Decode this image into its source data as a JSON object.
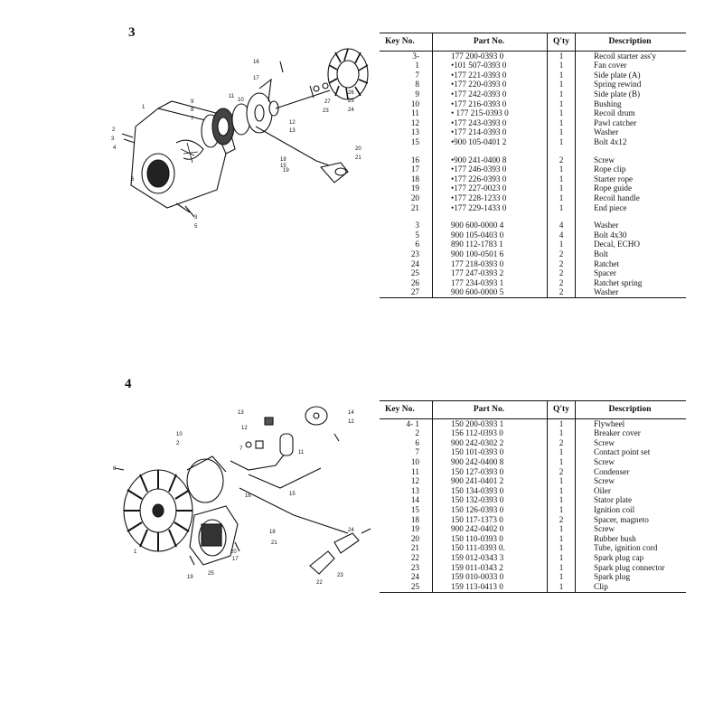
{
  "section3": {
    "fig_no": "3",
    "headers": {
      "key": "Key No.",
      "part": "Part No.",
      "qty": "Q'ty",
      "desc": "Description"
    },
    "rows": [
      {
        "key": "3-",
        "part": "177 200-0393 0",
        "qty": "1",
        "desc": "Recoil starter ass'y"
      },
      {
        "key": "1",
        "part": "•101 507-0393 0",
        "qty": "1",
        "desc": "Fan cover"
      },
      {
        "key": "7",
        "part": "•177 221-0393 0",
        "qty": "1",
        "desc": "Side plate (A)"
      },
      {
        "key": "8",
        "part": "•177 220-0393 0",
        "qty": "1",
        "desc": "Spring rewind"
      },
      {
        "key": "9",
        "part": "•177 242-0393 0",
        "qty": "1",
        "desc": "Side plate (B)"
      },
      {
        "key": "10",
        "part": "•177 216-0393 0",
        "qty": "1",
        "desc": "Bushing"
      },
      {
        "key": "11",
        "part": "• 177 215-0393 0",
        "qty": "1",
        "desc": "Recoil drum"
      },
      {
        "key": "12",
        "part": "•177 243-0393 0",
        "qty": "1",
        "desc": "Pawl catcher"
      },
      {
        "key": "13",
        "part": "•177 214-0393 0",
        "qty": "1",
        "desc": "Washer"
      },
      {
        "key": "15",
        "part": "•900 105-0401 2",
        "qty": "1",
        "desc": "Bolt 4x12"
      },
      {
        "gap": true
      },
      {
        "key": "16",
        "part": "•900 241-0400 8",
        "qty": "2",
        "desc": "Screw"
      },
      {
        "key": "17",
        "part": "•177 246-0393 0",
        "qty": "1",
        "desc": "Rope clip"
      },
      {
        "key": "18",
        "part": "•177 226-0393 0",
        "qty": "1",
        "desc": "Starter rope"
      },
      {
        "key": "19",
        "part": "•177 227-0023 0",
        "qty": "1",
        "desc": "Rope guide"
      },
      {
        "key": "20",
        "part": "•177 228-1233 0",
        "qty": "1",
        "desc": "Recoil handle"
      },
      {
        "key": "21",
        "part": "•177 229-1433 0",
        "qty": "1",
        "desc": "End piece"
      },
      {
        "gap": true
      },
      {
        "key": "3",
        "part": "900 600-0000 4",
        "qty": "4",
        "desc": "Washer"
      },
      {
        "key": "5",
        "part": "900 105-0403 0",
        "qty": "4",
        "desc": "Bolt 4x30"
      },
      {
        "key": "6",
        "part": "890 112-1783 1",
        "qty": "1",
        "desc": "Decal, ECHO"
      },
      {
        "key": "23",
        "part": "900 100-0501 6",
        "qty": "2",
        "desc": "Bolt"
      },
      {
        "key": "24",
        "part": "177 218-0393 0",
        "qty": "2",
        "desc": "Ratchet"
      },
      {
        "key": "25",
        "part": "177 247-0393 2",
        "qty": "2",
        "desc": "Spacer"
      },
      {
        "key": "26",
        "part": "177 234-0393 1",
        "qty": "2",
        "desc": "Ratchet spring"
      },
      {
        "key": "27",
        "part": "900 600-0000 5",
        "qty": "2",
        "desc": "Washer"
      }
    ]
  },
  "section4": {
    "fig_no": "4",
    "headers": {
      "key": "Key No.",
      "part": "Part No.",
      "qty": "Q'ty",
      "desc": "Description"
    },
    "rows": [
      {
        "key": "4- 1",
        "part": "150 200-0393 1",
        "qty": "1",
        "desc": "Flywheel"
      },
      {
        "key": "2",
        "part": "156 112-0393 0",
        "qty": "1",
        "desc": "Breaker cover"
      },
      {
        "key": "6",
        "part": "900 242-0302 2",
        "qty": "2",
        "desc": "Screw"
      },
      {
        "key": "7",
        "part": "150 101-0393 0",
        "qty": "1",
        "desc": "Contact point set"
      },
      {
        "key": "10",
        "part": "900 242-0400 8",
        "qty": "1",
        "desc": "Screw"
      },
      {
        "key": "11",
        "part": "150 127-0393 0",
        "qty": "2",
        "desc": "Condenser"
      },
      {
        "key": "12",
        "part": "900 241-0401 2",
        "qty": "1",
        "desc": "Screw"
      },
      {
        "key": "13",
        "part": "150 134-0393 0",
        "qty": "1",
        "desc": "Oiler"
      },
      {
        "key": "14",
        "part": "150 132-0393 0",
        "qty": "1",
        "desc": "Stator plate"
      },
      {
        "key": "15",
        "part": "150 126-0393 0",
        "qty": "1",
        "desc": "Ignition coil"
      },
      {
        "key": "18",
        "part": "150 117-1373 0",
        "qty": "2",
        "desc": "Spacer, magneto"
      },
      {
        "key": "19",
        "part": "900 242-0402 0",
        "qty": "1",
        "desc": "Screw"
      },
      {
        "key": "20",
        "part": "150 110-0393 0",
        "qty": "1",
        "desc": "Rubber bush"
      },
      {
        "key": "21",
        "part": "150 111-0393 0.",
        "qty": "1",
        "desc": "Tube, ignition cord"
      },
      {
        "key": "22",
        "part": "159 012-0343 3",
        "qty": "1",
        "desc": "Spark plug cap"
      },
      {
        "key": "23",
        "part": "159 011-0343 2",
        "qty": "1",
        "desc": "Spark plug connector"
      },
      {
        "key": "24",
        "part": "159 010-0033 0",
        "qty": "1",
        "desc": "Spark plug"
      },
      {
        "key": "25",
        "part": "159  113-0413  0",
        "qty": "1",
        "desc": "Clip"
      }
    ]
  },
  "diagram3_callouts": [
    "1",
    "2",
    "3",
    "4",
    "5",
    "6",
    "7",
    "8",
    "9",
    "10",
    "11",
    "12",
    "13",
    "15",
    "16",
    "17",
    "18",
    "19",
    "20",
    "21",
    "23",
    "24",
    "25",
    "26",
    "27"
  ],
  "diagram4_callouts": [
    "1",
    "2",
    "6",
    "7",
    "10",
    "11",
    "12",
    "13",
    "14",
    "15",
    "16",
    "17",
    "18",
    "19",
    "20",
    "21",
    "22",
    "23",
    "24",
    "25"
  ]
}
